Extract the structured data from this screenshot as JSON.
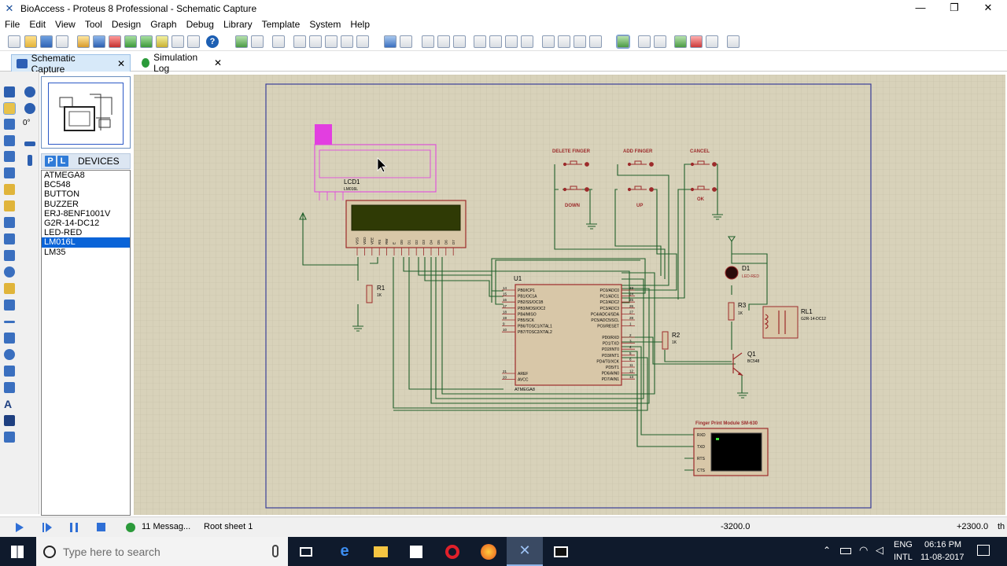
{
  "window": {
    "title": "BioAccess - Proteus 8 Professional - Schematic Capture",
    "minimize_glyph": "—",
    "maximize_glyph": "❐",
    "close_glyph": "✕"
  },
  "menu": [
    "File",
    "Edit",
    "View",
    "Tool",
    "Design",
    "Graph",
    "Debug",
    "Library",
    "Template",
    "System",
    "Help"
  ],
  "toolbar": {
    "help_glyph": "?"
  },
  "tabs": [
    {
      "label": "Schematic Capture",
      "active": true,
      "close": "✕"
    },
    {
      "label": "Simulation Log",
      "active": false,
      "close": "✕"
    }
  ],
  "left_tools": {
    "rotation": "0°"
  },
  "devices_panel": {
    "p_button": "P",
    "l_button": "L",
    "header": "DEVICES",
    "items": [
      "ATMEGA8",
      "BC548",
      "BUTTON",
      "BUZZER",
      "ERJ-8ENF1001V",
      "G2R-14-DC12",
      "LED-RED",
      "LM016L",
      "LM35"
    ],
    "selected": "LM016L"
  },
  "schematic": {
    "lcd": {
      "ref": "LCD1",
      "part": "LM016L",
      "pins": [
        "VSS",
        "VDD",
        "VEE",
        "RS",
        "RW",
        "E",
        "D0",
        "D1",
        "D2",
        "D3",
        "D4",
        "D5",
        "D6",
        "D7"
      ]
    },
    "buttons": [
      {
        "title": "DELETE FINGER",
        "label": "DOWN"
      },
      {
        "title": "ADD FINGER",
        "label": "UP"
      },
      {
        "title": "CANCEL",
        "label": "OK"
      }
    ],
    "r1": {
      "ref": "R1",
      "value": "1K"
    },
    "r2": {
      "ref": "R2",
      "value": "1K"
    },
    "r3": {
      "ref": "R3",
      "value": "1K"
    },
    "d1": {
      "ref": "D1",
      "part": "LED-RED"
    },
    "relay": {
      "ref": "RL1",
      "part": "G2R-14-DC12"
    },
    "q1": {
      "ref": "Q1",
      "part": "BC548"
    },
    "mcu": {
      "ref": "U1",
      "part": "ATMEGA8",
      "left_pins": [
        {
          "num": "14",
          "name": "PB0/ICP1"
        },
        {
          "num": "15",
          "name": "PB1/OC1A"
        },
        {
          "num": "16",
          "name": "PB2/SS/OC1B"
        },
        {
          "num": "17",
          "name": "PB3/MOSI/OC2"
        },
        {
          "num": "18",
          "name": "PB4/MISO"
        },
        {
          "num": "19",
          "name": "PB5/SCK"
        },
        {
          "num": "9",
          "name": "PB6/TOSC1/XTAL1"
        },
        {
          "num": "10",
          "name": "PB7/TOSC2/XTAL2"
        }
      ],
      "left_pins_bottom": [
        {
          "num": "21",
          "name": "AREF"
        },
        {
          "num": "20",
          "name": "AVCC"
        }
      ],
      "right_pins_top": [
        {
          "num": "23",
          "name": "PC0/ADC0"
        },
        {
          "num": "24",
          "name": "PC1/ADC1"
        },
        {
          "num": "25",
          "name": "PC2/ADC2"
        },
        {
          "num": "26",
          "name": "PC3/ADC3"
        },
        {
          "num": "27",
          "name": "PC4/ADC4/SDA"
        },
        {
          "num": "28",
          "name": "PC5/ADC5/SCL"
        },
        {
          "num": "1",
          "name": "PC6/RESET"
        }
      ],
      "right_pins_bottom": [
        {
          "num": "2",
          "name": "PD0/RXD"
        },
        {
          "num": "3",
          "name": "PD1/TXD"
        },
        {
          "num": "4",
          "name": "PD2/INT0"
        },
        {
          "num": "5",
          "name": "PD3/INT1"
        },
        {
          "num": "6",
          "name": "PD4/T0/XCK"
        },
        {
          "num": "11",
          "name": "PD5/T1"
        },
        {
          "num": "12",
          "name": "PD6/AIN0"
        },
        {
          "num": "13",
          "name": "PD7/AIN1"
        }
      ]
    },
    "finger_module": {
      "title": "Finger Print Module SM-630",
      "pins": [
        "RXD",
        "TXD",
        "RTS",
        "CTS"
      ]
    }
  },
  "status": {
    "messages": "11 Messag...",
    "sheet": "Root sheet 1",
    "coord_x": "-3200.0",
    "coord_y": "+2300.0",
    "units": "th"
  },
  "taskbar": {
    "search_placeholder": "Type here to search",
    "lang_top": "ENG",
    "lang_bottom": "INTL",
    "time": "06:16 PM",
    "date": "11-08-2017"
  },
  "colors": {
    "canvas": "#d8d2ba",
    "wire": "#1f5f2a",
    "component_outline": "#9c2b2b",
    "component_fill": "#d8c7a8",
    "lcd_screen": "#2f3a05",
    "selection": "#e23ee0",
    "sheet_border": "#3b3f9a",
    "accent": "#0a64d8"
  }
}
